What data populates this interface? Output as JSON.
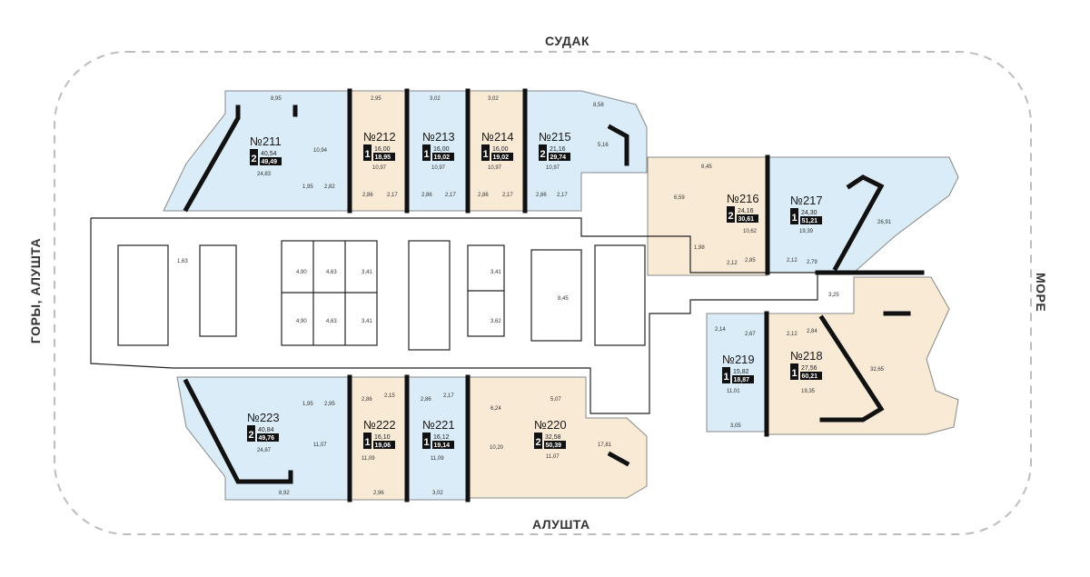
{
  "compass": {
    "north": "СУДАК",
    "south": "АЛУШТА",
    "west": "ГОРЫ, АЛУШТА",
    "east": "МОРЕ"
  },
  "colors": {
    "blue": "#d9ecf7",
    "beige": "#f9ead6",
    "wall": "#111111",
    "corridor": "#ffffff",
    "badge": "#111111"
  },
  "apartments": [
    {
      "id": "a211",
      "number": "№211",
      "rooms": "2",
      "living": "40,54",
      "total": "49,49",
      "color": "blue"
    },
    {
      "id": "a212",
      "number": "№212",
      "rooms": "1",
      "living": "16,00",
      "total": "18,95",
      "color": "beige"
    },
    {
      "id": "a213",
      "number": "№213",
      "rooms": "1",
      "living": "16,00",
      "total": "19,02",
      "color": "blue"
    },
    {
      "id": "a214",
      "number": "№214",
      "rooms": "1",
      "living": "16,00",
      "total": "19,02",
      "color": "beige"
    },
    {
      "id": "a215",
      "number": "№215",
      "rooms": "2",
      "living": "21,16",
      "total": "29,74",
      "color": "blue"
    },
    {
      "id": "a216",
      "number": "№216",
      "rooms": "2",
      "living": "24,16",
      "total": "30,61",
      "color": "beige"
    },
    {
      "id": "a217",
      "number": "№217",
      "rooms": "1",
      "living": "24,30",
      "total": "51,21",
      "color": "blue"
    },
    {
      "id": "a218",
      "number": "№218",
      "rooms": "1",
      "living": "27,56",
      "total": "60,21",
      "color": "beige"
    },
    {
      "id": "a219",
      "number": "№219",
      "rooms": "1",
      "living": "15,82",
      "total": "18,87",
      "color": "blue"
    },
    {
      "id": "a220",
      "number": "№220",
      "rooms": "2",
      "living": "32,58",
      "total": "50,39",
      "color": "beige"
    },
    {
      "id": "a221",
      "number": "№221",
      "rooms": "1",
      "living": "16,12",
      "total": "19,14",
      "color": "blue"
    },
    {
      "id": "a222",
      "number": "№222",
      "rooms": "1",
      "living": "16,10",
      "total": "19,06",
      "color": "beige"
    },
    {
      "id": "a223",
      "number": "№223",
      "rooms": "2",
      "living": "40,84",
      "total": "49,76",
      "color": "blue"
    }
  ],
  "room_dims": [
    "8,95",
    "24,83",
    "10,94",
    "1,95",
    "2,82",
    "2,95",
    "10,97",
    "2,86",
    "2,17",
    "3,02",
    "10,97",
    "2,86",
    "2,17",
    "3,02",
    "10,97",
    "2,86",
    "2,17",
    "8,58",
    "5,16",
    "10,97",
    "2,86",
    "2,17",
    "6,45",
    "6,59",
    "10,62",
    "1,98",
    "2,12",
    "2,85",
    "19,39",
    "26,91",
    "2,12",
    "2,79",
    "1,63",
    "4,90",
    "4,63",
    "3,41",
    "4,90",
    "4,63",
    "3,41",
    "3,41",
    "8,45",
    "3,62",
    "3,25",
    "2,14",
    "2,67",
    "11,01",
    "3,05",
    "2,12",
    "2,84",
    "19,35",
    "32,65",
    "1,95",
    "2,95",
    "24,87",
    "11,07",
    "8,92",
    "2,86",
    "2,15",
    "11,09",
    "2,96",
    "2,86",
    "2,17",
    "11,09",
    "3,02",
    "6,24",
    "5,07",
    "10,20",
    "11,07",
    "17,81"
  ]
}
